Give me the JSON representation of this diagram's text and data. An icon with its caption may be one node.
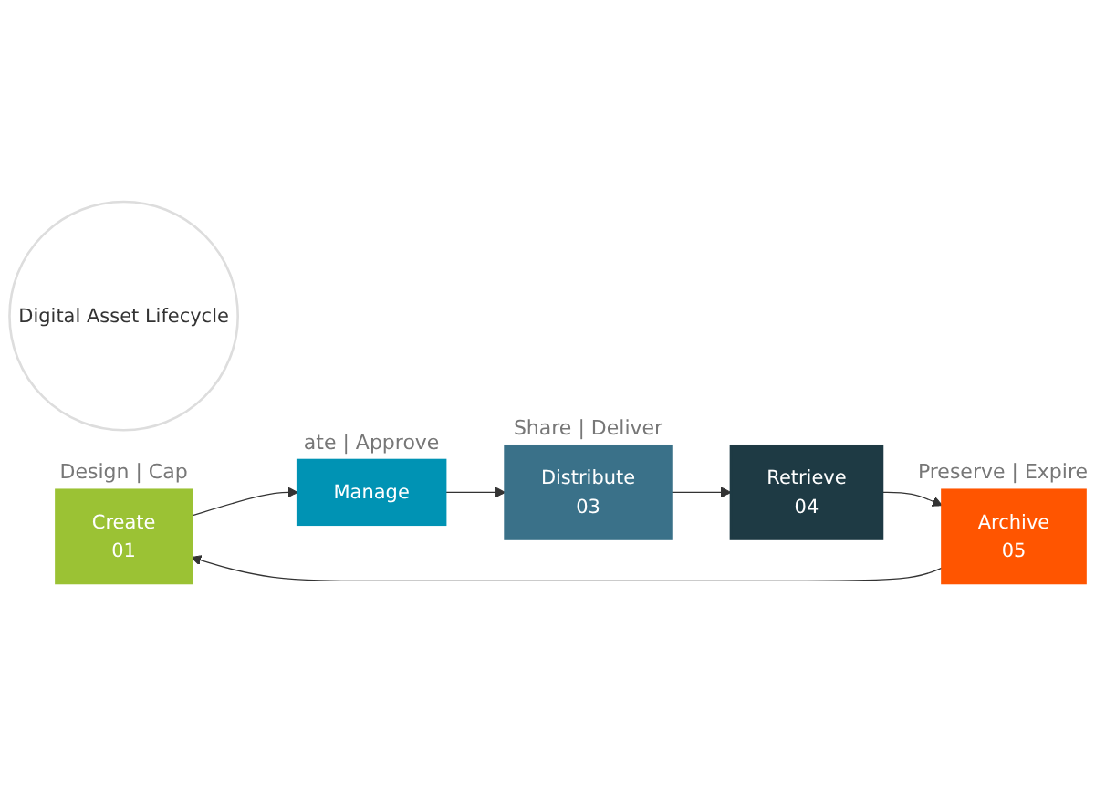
{
  "diagram": {
    "nodes": [
      {
        "text": [
          "Digital Asset Lifecycle"
        ]
      },
      {
        "text": [
          "Create",
          "01"
        ],
        "beside": [
          "Design | Cap"
        ]
      },
      {
        "text": [
          "Manage"
        ],
        "beside": [
          "ate | Approve"
        ]
      },
      {
        "text": [
          "Distribute",
          "03"
        ],
        "beside": [
          "Share | Deliver"
        ]
      },
      {
        "text": [
          "Retrieve",
          "04"
        ]
      },
      {
        "text": [
          "Archive",
          "05"
        ],
        "beside": [
          "Preserve | Expire"
        ]
      }
    ],
    "edges": [
      {
        "from": 1,
        "to": 2,
        "arrow": "to"
      },
      {
        "from": 2,
        "to": 3,
        "arrow": "to"
      },
      {
        "from": 3,
        "to": 4,
        "arrow": "to"
      },
      {
        "from": 4,
        "to": 5,
        "arrow": "to"
      },
      {
        "from": 5,
        "to": 1,
        "arrow": "to"
      }
    ]
  }
}
